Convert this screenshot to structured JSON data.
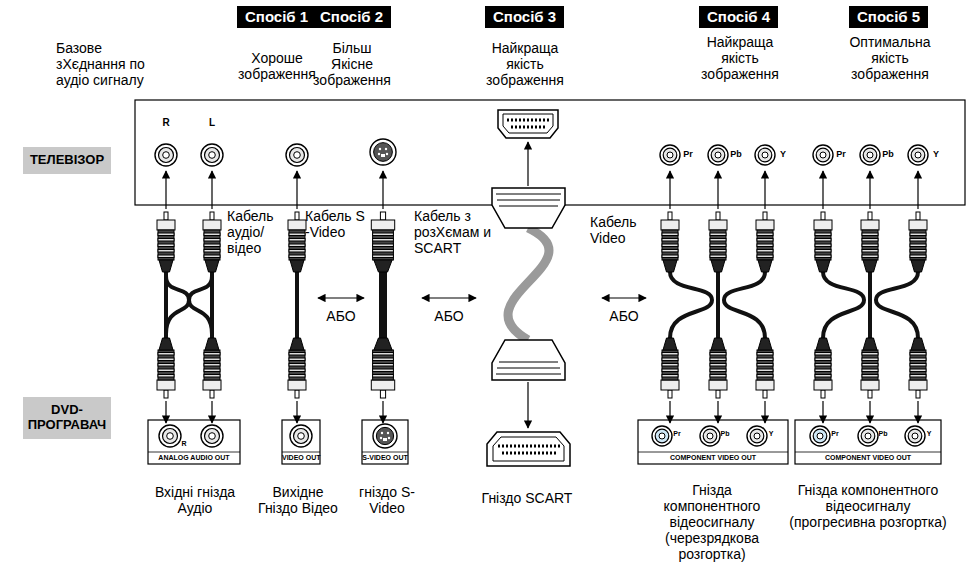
{
  "diagram": {
    "nodes": [
      {
        "text": [
          "Спосіб 1"
        ]
      },
      {
        "text": [
          "Спосіб 2"
        ]
      },
      {
        "text": [
          "Спосіб 3"
        ]
      },
      {
        "text": [
          "Спосіб 4"
        ]
      },
      {
        "text": [
          "Спосіб 5"
        ]
      },
      {
        "text": [
          "ТЕЛЕВІЗОР"
        ]
      },
      {
        "text": [
          "DVD- ПРОГРАВАЧ"
        ]
      }
    ],
    "labels": [
      "Базове зХєднання по аудіо сигналу",
      "Хороше зображення",
      "Більш Якісне зображення",
      "Найкраща якість зображення",
      "Найкраща якість зображення",
      "Оптимальна якість зображення",
      "R",
      "L",
      "Pr",
      "Pb",
      "Y",
      "Pr",
      "Pb",
      "Y",
      "Кабель аудіо/ відео",
      "Кабель S -Video",
      "Кабель з розХємам и SCART",
      "Кабель Video",
      "АБО",
      "АБО",
      "АБО",
      "R",
      "ANALOG AUDIO OUT",
      "VIDEO OUT",
      "S-VIDEO OUT",
      "Pr",
      "Pb",
      "Y",
      "COMPONENT VIDEO OUT",
      "Pr",
      "Pb",
      "Y",
      "COMPONENT VIDEO OUT",
      "Вхідні гнізда Аудіо",
      "Вихідне Гніздо Відео",
      "гніздо S-Video",
      "Гніздо SCART",
      "Гнізда компонентного відеосигналу (черезрядкова розгортка)",
      "Гнізда компонентного відеосигналу (прогресивна розгортка)"
    ]
  }
}
